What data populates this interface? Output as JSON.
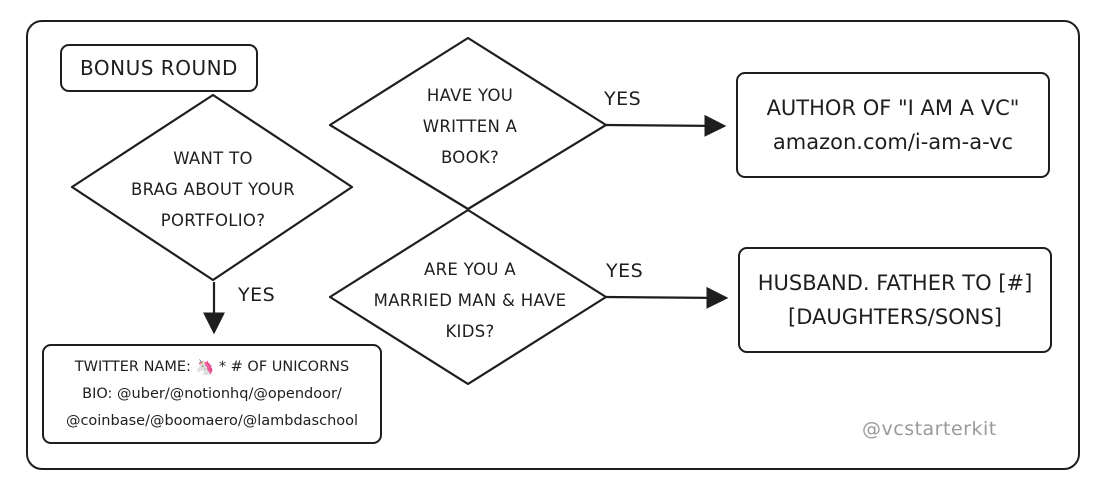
{
  "diagram": {
    "bonus_label": "BONUS ROUND",
    "decisions": {
      "brag": [
        "WANT TO",
        "BRAG ABOUT YOUR",
        "PORTFOLIO?"
      ],
      "book": [
        "HAVE YOU",
        "WRITTEN A",
        "BOOK?"
      ],
      "married": [
        "ARE YOU A",
        "MARRIED MAN & HAVE",
        "KIDS?"
      ]
    },
    "edge_labels": {
      "book_yes": "YES",
      "married_yes": "YES",
      "brag_yes": "YES"
    },
    "outcomes": {
      "author": [
        "AUTHOR OF \"I AM A VC\"",
        "amazon.com/i-am-a-vc"
      ],
      "husband": [
        "HUSBAND. FATHER TO [#]",
        "[DAUGHTERS/SONS]"
      ],
      "twitter": {
        "line1_prefix": "TWITTER NAME:",
        "line1_suffix": "* # OF UNICORNS",
        "line2": "BIO: @uber/@notionhq/@opendoor/",
        "line3": "@coinbase/@boomaero/@lambdaschool"
      }
    },
    "watermark": "@vcstarterkit"
  }
}
